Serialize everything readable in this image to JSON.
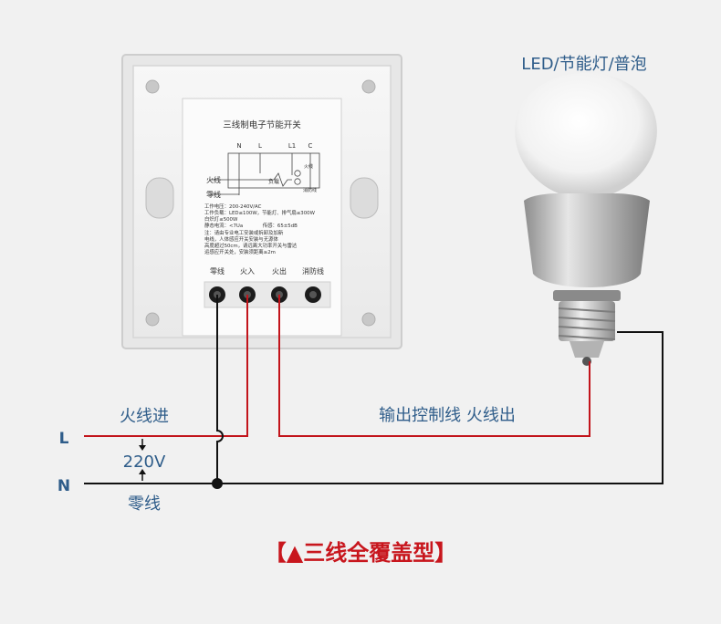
{
  "lamp_label": "LED/节能灯/普泡",
  "module": {
    "title": "三线制电子节能开关",
    "diagram": {
      "terminals": [
        "N",
        "L",
        "L1",
        "C"
      ],
      "live_label": "火线",
      "neutral_label": "零线",
      "load_label": "负载",
      "fire_label": "火线",
      "fuse_label": "消防线"
    },
    "spec_lines": [
      "工作电压：200-240V/AC",
      "工作负载：LED≤100W，节能灯、排气扇≤300W",
      "白炽灯≤500W",
      "静态电流：<7Ua　　　　传感：65±5dB",
      "注：请由专业电工安装或拆卸及加新",
      "电线，人体感应开关安装与无源体",
      "高度超过50cm，请远离大功率开关与雷达",
      "运感应开关处，安装须距离≥2m"
    ],
    "terminal_labels": [
      "零线",
      "火入",
      "火出",
      "消防线"
    ]
  },
  "labels": {
    "L": "L",
    "N": "N",
    "live_in": "火线进",
    "voltage": "220V",
    "neutral": "零线",
    "output": "输出控制线 火线出"
  },
  "caption": "【▲三线全覆盖型】",
  "colors": {
    "live": "#c2141b",
    "neutral": "#111111",
    "text": "#2f5d8a",
    "caption": "#c8161d",
    "background": "#f1f1f1"
  }
}
